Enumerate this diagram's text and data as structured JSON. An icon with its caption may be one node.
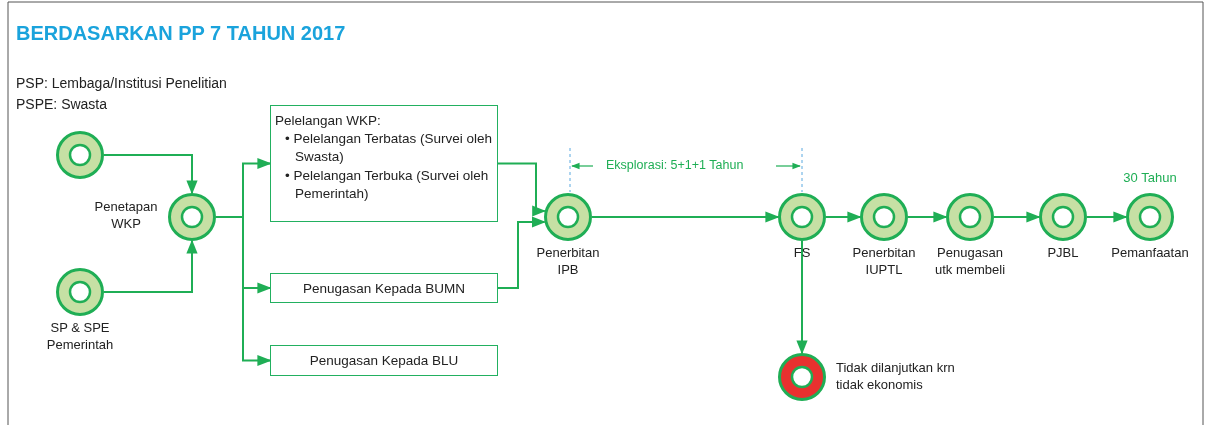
{
  "diagram": {
    "title": "BERDASARKAN PP 7 TAHUN 2017",
    "nodes": [
      {
        "text": [],
        "shape": "circle"
      },
      {
        "text": [],
        "shape": "circle",
        "beside": [
          "SP & SPE Pemerintah"
        ]
      },
      {
        "text": [],
        "shape": "circle",
        "beside": [
          "Penetapan WKP"
        ]
      },
      {
        "text": [
          "Pelelangan WKP:",
          "• Pelelangan Terbatas (Survei oleh Swasta)",
          "• Pelelangan Terbuka (Survei oleh Pemerintah)"
        ]
      },
      {
        "text": [
          "Penugasan Kepada BUMN"
        ]
      },
      {
        "text": [
          "Penugasan Kepada BLU"
        ]
      },
      {
        "text": [],
        "shape": "circle",
        "beside": [
          "Penerbitan IPB"
        ]
      },
      {
        "text": [],
        "shape": "circle",
        "beside": [
          "FS"
        ]
      },
      {
        "text": [],
        "shape": "circle",
        "beside": [
          "Penerbitan IUPTL"
        ]
      },
      {
        "text": [],
        "shape": "circle",
        "beside": [
          "Penugasan utk membeli"
        ]
      },
      {
        "text": [],
        "shape": "circle",
        "beside": [
          "PJBL"
        ]
      },
      {
        "text": [],
        "shape": "circle",
        "beside": [
          "Pemanfaatan"
        ]
      },
      {
        "text": [],
        "shape": "circle",
        "beside": [
          "Tidak dilanjutkan krn tidak ekonomis"
        ]
      }
    ],
    "edges": [
      {
        "from": 0,
        "to": 2,
        "arrow": "to"
      },
      {
        "from": 1,
        "to": 2,
        "arrow": "to"
      },
      {
        "from": 2,
        "to": 3,
        "arrow": "to"
      },
      {
        "from": 2,
        "to": 4,
        "arrow": "to"
      },
      {
        "from": 2,
        "to": 5,
        "arrow": "to"
      },
      {
        "from": 3,
        "to": 6,
        "arrow": "to"
      },
      {
        "from": 4,
        "to": 6,
        "arrow": "to"
      },
      {
        "from": 6,
        "to": 7,
        "arrow": "to"
      },
      {
        "from": 7,
        "to": 8,
        "arrow": "to"
      },
      {
        "from": 8,
        "to": 9,
        "arrow": "to"
      },
      {
        "from": 9,
        "to": 10,
        "arrow": "to"
      },
      {
        "from": 10,
        "to": 11,
        "arrow": "to"
      },
      {
        "from": 7,
        "to": 12,
        "arrow": "to"
      }
    ],
    "labels": [
      "PSP: Lembaga/Institusi Penelitian",
      "PSPE: Swasta",
      "Eksplorasi: 5+1+1 Tahun",
      "30 Tahun"
    ]
  }
}
